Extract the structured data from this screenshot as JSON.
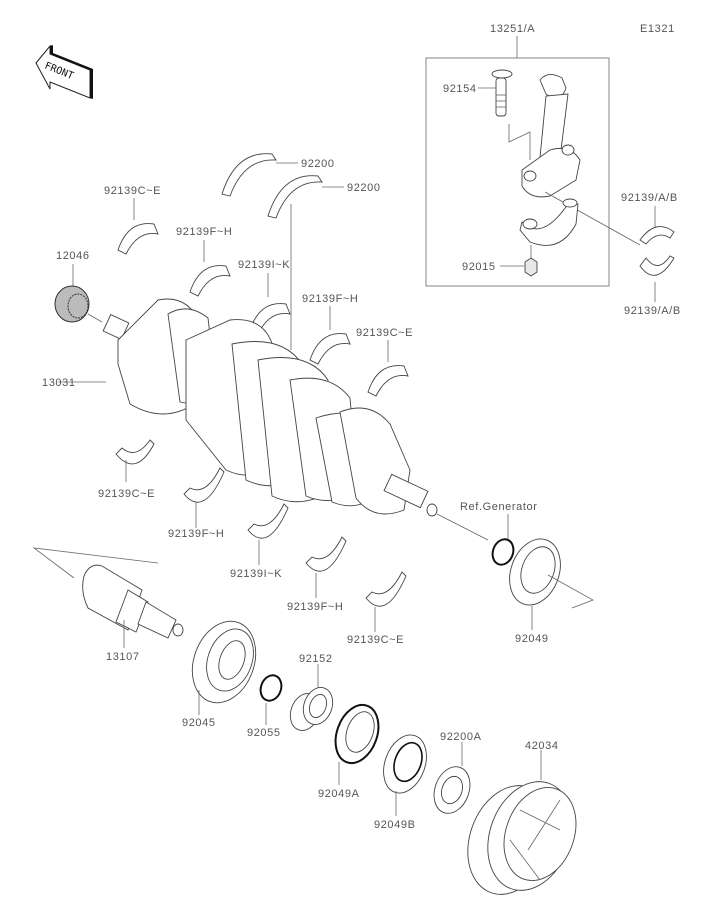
{
  "diagram": {
    "code": "E1321",
    "front_label": "FRONT",
    "ref_label": "Ref.Generator",
    "labels": {
      "conrod_assy": "13251/A",
      "conrod_bolt": "92154",
      "conrod_nut": "92015",
      "conrod_bearing_upper": "92139/A/B",
      "conrod_bearing_lower": "92139/A/B",
      "thrust_1": "92200",
      "thrust_2": "92200",
      "main_ce_top": "92139C~E",
      "main_fh_top1": "92139F~H",
      "main_ik_top": "92139I~K",
      "main_fh_top2": "92139F~H",
      "main_ce_top2": "92139C~E",
      "needle_bearing": "12046",
      "crankshaft": "13031",
      "main_ce_bot1": "92139C~E",
      "main_fh_bot1": "92139F~H",
      "main_ik_bot": "92139I~K",
      "main_fh_bot2": "92139F~H",
      "main_ce_bot2": "92139C~E",
      "shaft": "13107",
      "oil_seal": "92049",
      "ball_bearing": "92045",
      "o_ring": "92055",
      "collar": "92152",
      "seal_a": "92049A",
      "seal_b": "92049B",
      "washer": "92200A",
      "sprocket": "42034"
    }
  }
}
